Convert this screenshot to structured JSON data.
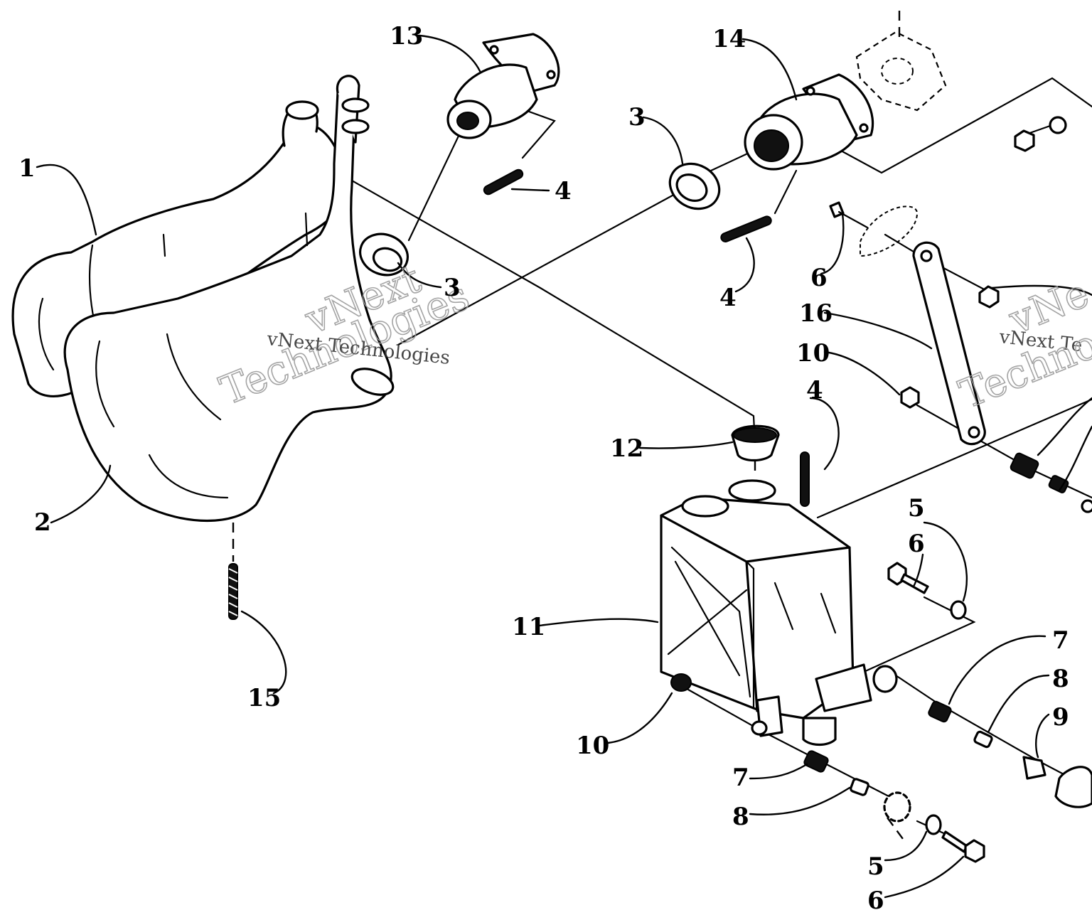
{
  "watermark": {
    "line1": "vNext",
    "line2": "Technologies",
    "small": "vNext Technologies",
    "right_small": "vNext Te",
    "right_large_top": "vNe",
    "right_large_bottom": "Techno"
  },
  "callouts": [
    {
      "id": "c1",
      "label": "1"
    },
    {
      "id": "c2",
      "label": "2"
    },
    {
      "id": "c3a",
      "label": "3"
    },
    {
      "id": "c3b",
      "label": "3"
    },
    {
      "id": "c4a",
      "label": "4"
    },
    {
      "id": "c4b",
      "label": "4"
    },
    {
      "id": "c4c",
      "label": "4"
    },
    {
      "id": "c5a",
      "label": "5"
    },
    {
      "id": "c5b",
      "label": "5"
    },
    {
      "id": "c6a",
      "label": "6"
    },
    {
      "id": "c6b",
      "label": "6"
    },
    {
      "id": "c6c",
      "label": "6"
    },
    {
      "id": "c7a",
      "label": "7"
    },
    {
      "id": "c7b",
      "label": "7"
    },
    {
      "id": "c8a",
      "label": "8"
    },
    {
      "id": "c8b",
      "label": "8"
    },
    {
      "id": "c9",
      "label": "9"
    },
    {
      "id": "c10a",
      "label": "10"
    },
    {
      "id": "c10b",
      "label": "10"
    },
    {
      "id": "c11",
      "label": "11"
    },
    {
      "id": "c12",
      "label": "12"
    },
    {
      "id": "c13",
      "label": "13"
    },
    {
      "id": "c14",
      "label": "14"
    },
    {
      "id": "c15",
      "label": "15"
    },
    {
      "id": "c16",
      "label": "16"
    }
  ]
}
